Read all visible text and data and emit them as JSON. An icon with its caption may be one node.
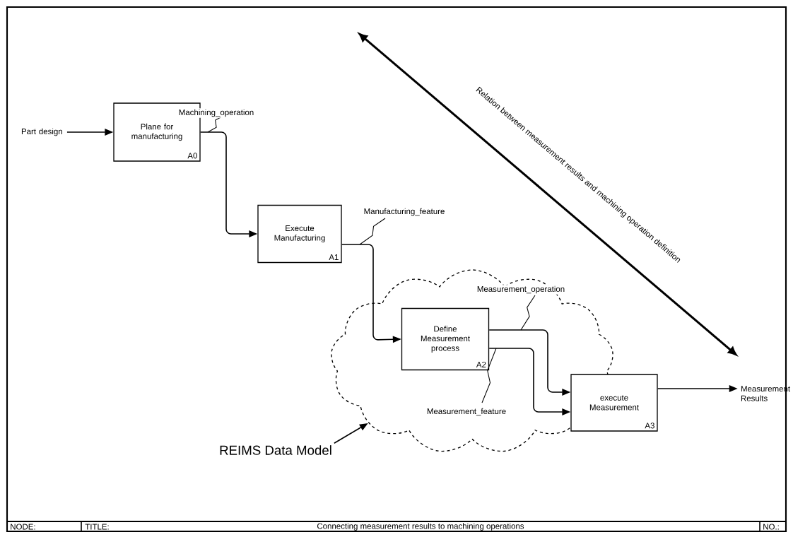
{
  "diagram": {
    "nodes": [
      {
        "text": [
          "Part design"
        ]
      },
      {
        "text": [
          "Plane for manufacturing",
          "A0"
        ]
      },
      {
        "text": [
          "Execute Manufacturing",
          "A1"
        ]
      },
      {
        "text": [],
        "shape": "cloud"
      },
      {
        "text": [
          "Define Measurement process",
          "A2"
        ],
        "in": 3
      },
      {
        "text": [
          "execute Measurement",
          "A3"
        ]
      },
      {
        "text": [
          "Measurement Results"
        ]
      },
      {
        "text": [
          "REIMS Data Model"
        ]
      }
    ],
    "edges": [
      {
        "from": 0,
        "to": 1,
        "arrow": "to"
      },
      {
        "from": 1,
        "to": 2,
        "arrow": "to",
        "label": "Machining_operation"
      },
      {
        "from": 2,
        "to": 4,
        "arrow": "to",
        "label": "Manufacturing_feature"
      },
      {
        "from": 4,
        "to": 5,
        "arrow": "to",
        "label": "Measurement_operation"
      },
      {
        "from": 4,
        "to": 5,
        "arrow": "to",
        "label": "Measurement_feature"
      },
      {
        "from": 5,
        "to": 6,
        "arrow": "to"
      },
      {
        "from": 7,
        "to": 3,
        "arrow": "to"
      }
    ],
    "labels": [
      "Relation between measurement results and machining operation definition",
      "NODE:",
      "TITLE:",
      "Connecting measurement results to machining operations",
      "NO.:"
    ]
  }
}
